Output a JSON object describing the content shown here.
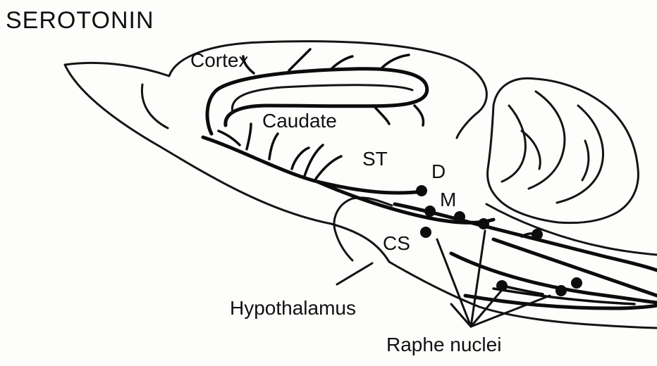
{
  "title": "SEROTONIN",
  "labels": {
    "cortex": "Cortex",
    "caudate": "Caudate",
    "st": "ST",
    "d": "D",
    "m": "M",
    "cs": "CS",
    "hypothalamus": "Hypothalamus",
    "raphe": "Raphe nuclei"
  },
  "colors": {
    "ink": "#111111",
    "paper": "#fdfdfb"
  }
}
